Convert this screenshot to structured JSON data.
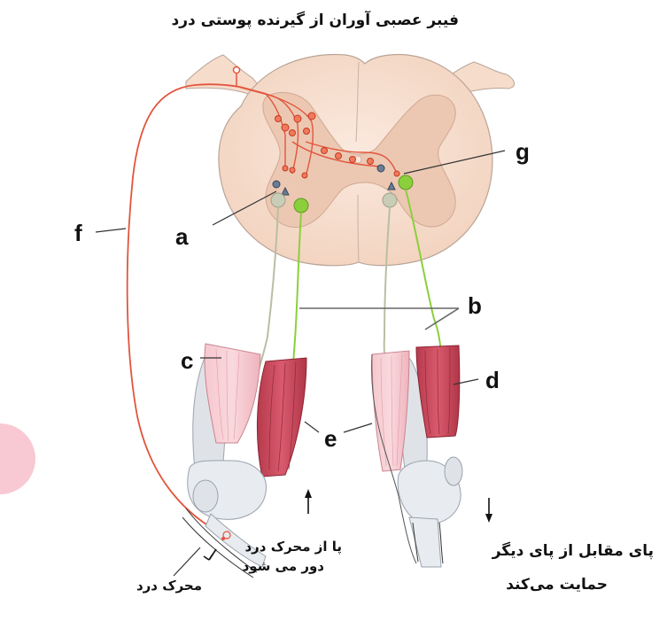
{
  "title": "فیبر عصبی آوران از گیرنده پوستی درد",
  "labels": {
    "a": "a",
    "b": "b",
    "c": "c",
    "d": "d",
    "e": "e",
    "f": "f",
    "g": "g"
  },
  "captions": {
    "withdraw_line1": "پا از محرک درد",
    "withdraw_line2": "دور می شود",
    "stimulus": "محرک درد",
    "support_line1": "پای مقابل از پای دیگر",
    "support_line2": "حمایت می‌کند"
  },
  "colors": {
    "spinal_cord": "#f6dccb",
    "grey_matter": "#ecc8b2",
    "afferent": "#e2553d",
    "extensor_motor": "#8ccf3c",
    "flexor_motor": "#b8bfa4",
    "muscle_red": "#c9485a",
    "muscle_pink": "#f2b8c0",
    "bone": "#dfe3e8"
  }
}
